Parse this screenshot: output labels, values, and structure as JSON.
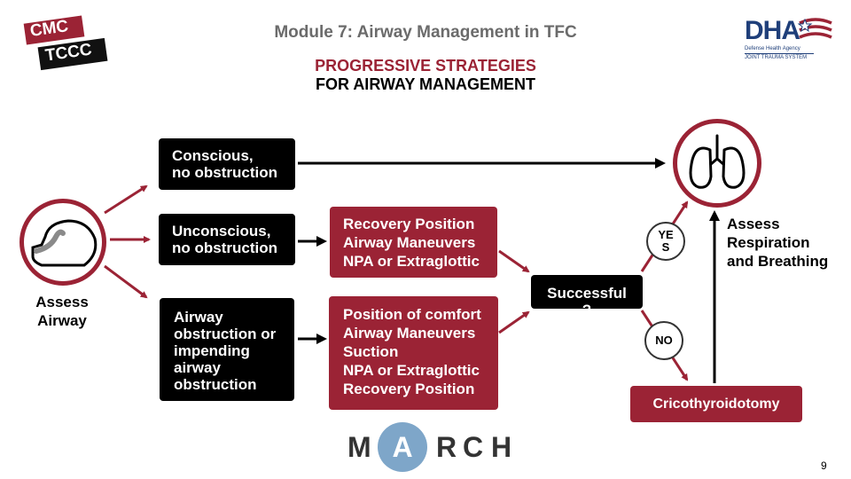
{
  "header": {
    "module_title": "Module 7: Airway Management in TFC",
    "heading_line1": "PROGRESSIVE STRATEGIES",
    "heading_line2": "FOR AIRWAY MANAGEMENT"
  },
  "logos": {
    "cmc_tccc": {
      "line1": "CMC",
      "line2": "TCCC"
    },
    "dha": {
      "name": "DHA",
      "line1": "Defense Health Agency",
      "line2": "JOINT TRAUMA SYSTEM"
    }
  },
  "assess_airway": {
    "line1": "Assess",
    "line2": "Airway"
  },
  "states": {
    "conscious": [
      "Conscious,",
      "no obstruction"
    ],
    "unconscious": [
      "Unconscious,",
      "no obstruction"
    ],
    "obstruction": [
      "Airway",
      "obstruction or",
      "impending",
      "airway",
      "obstruction"
    ]
  },
  "interventions": {
    "unconscious": [
      "Recovery Position",
      "Airway Maneuvers",
      "NPA  or Extraglottic"
    ],
    "obstruction": [
      "Position of comfort",
      "Airway Maneuvers",
      "Suction",
      "NPA or Extraglottic",
      "Recovery Position"
    ]
  },
  "decision": {
    "label": "Successful",
    "tail": "?"
  },
  "yes_label": [
    "YE",
    "S"
  ],
  "no_label": "NO",
  "cricothyroidotomy": "Cricothyroidotomy",
  "assess_respiration": [
    "Assess",
    "Respiration",
    "and Breathing"
  ],
  "march": {
    "letters": [
      "M",
      "A",
      "R",
      "C",
      "H"
    ]
  },
  "page_number": "9",
  "colors": {
    "accent_red": "#9b2335",
    "black": "#000000",
    "gray_title": "#6b6b6b",
    "march_blue": "#7ea6c9",
    "dha_blue": "#1f3f7a"
  }
}
